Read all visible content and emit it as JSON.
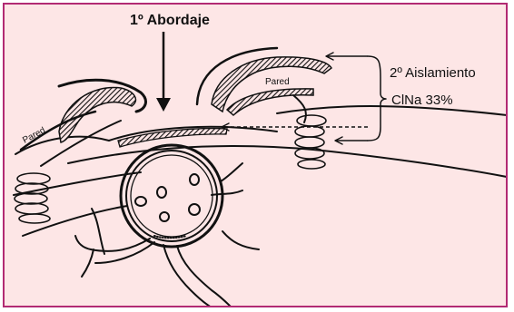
{
  "labels": {
    "abordaje": "1º Abordaje",
    "aislamiento": "2º Aislamiento",
    "solution": "ClNa 33%",
    "pared_right": "Pared",
    "pared_left": "Pared"
  }
}
